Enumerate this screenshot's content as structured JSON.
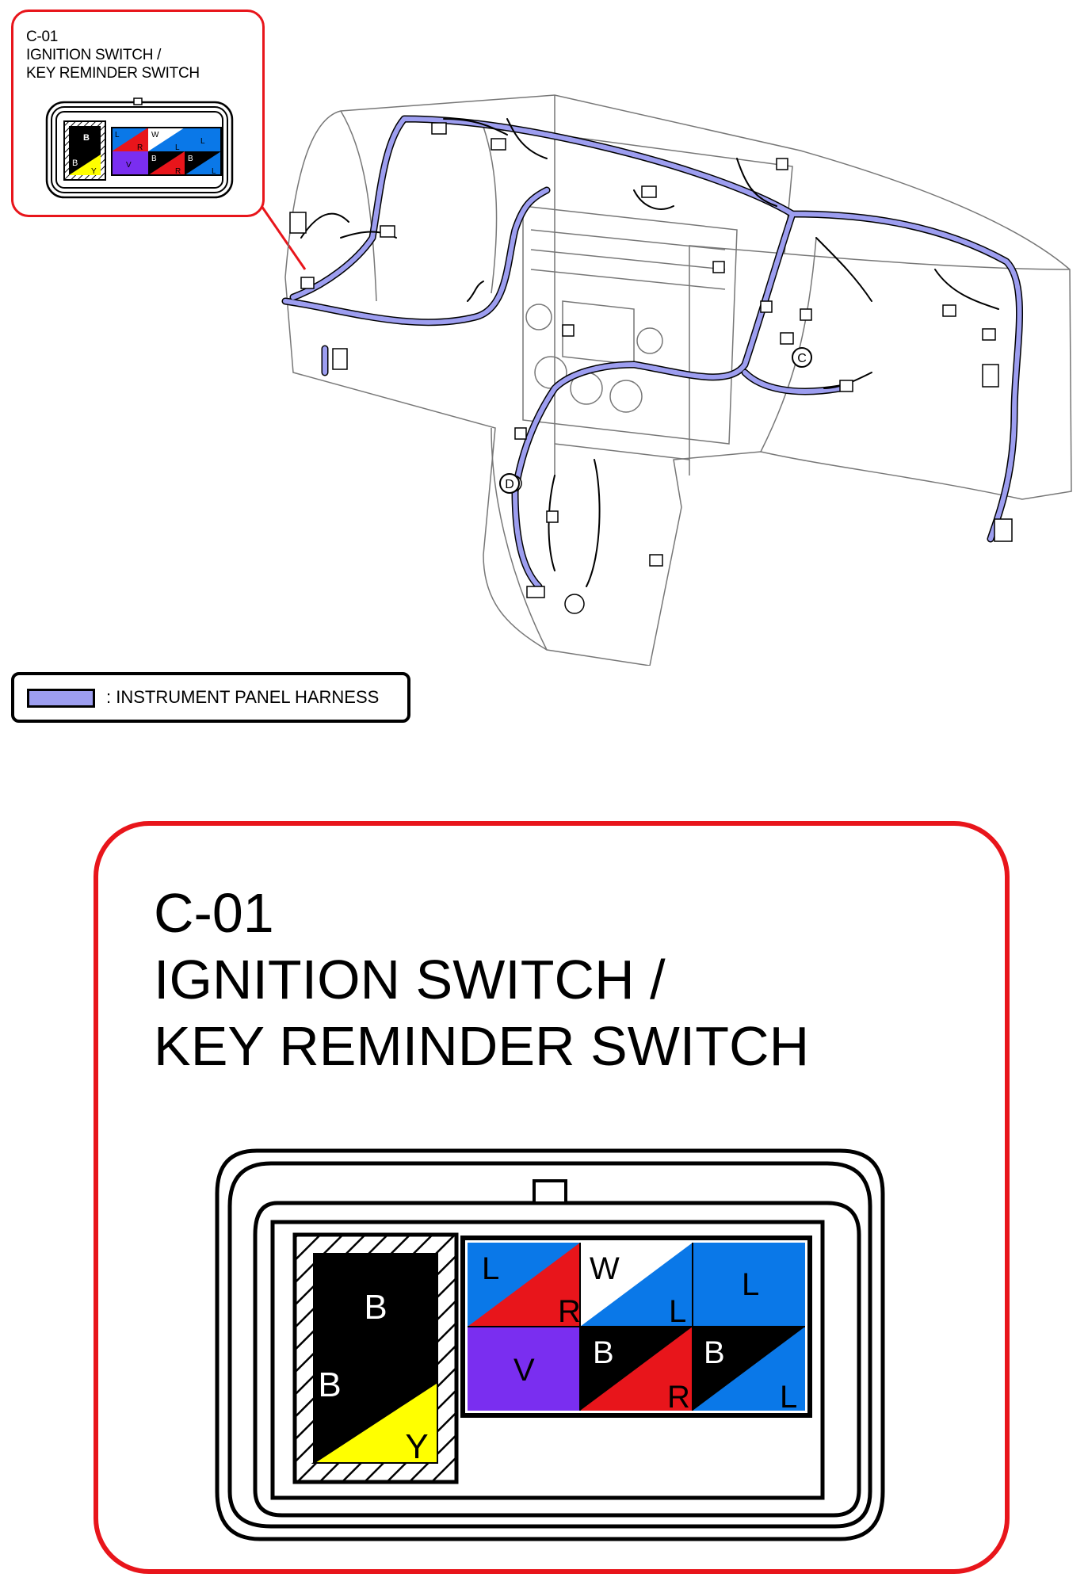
{
  "callout_small": {
    "code": "C-01",
    "line1": "IGNITION SWITCH /",
    "line2": "KEY REMINDER SWITCH"
  },
  "legend": {
    "label": ": INSTRUMENT PANEL HARNESS",
    "swatch_color": "#9d9ef0"
  },
  "harness_markers": {
    "c": "C",
    "d": "D"
  },
  "callout_big": {
    "code": "C-01",
    "line1": "IGNITION SWITCH /",
    "line2": "/ KEY REMINDER SWITCH"
  },
  "connector": {
    "left_pins": [
      {
        "top": "B",
        "bottom_left": "B",
        "bottom_right": "Y",
        "top_color": "#000000",
        "bottom_color": "#ffff00"
      }
    ],
    "right_pins": [
      {
        "a": "L",
        "b": "R",
        "color_a": "#0a78e8",
        "color_b": "#e8151b"
      },
      {
        "a": "W",
        "b": "L",
        "color_a": "#ffffff",
        "color_b": "#0a78e8"
      },
      {
        "a": "L",
        "b": "",
        "color_a": "#0a78e8",
        "color_b": "#0a78e8"
      },
      {
        "a": "V",
        "b": "",
        "color_a": "#7a2ef0",
        "color_b": "#7a2ef0"
      },
      {
        "a": "B",
        "b": "R",
        "color_a": "#000000",
        "color_b": "#e8151b"
      },
      {
        "a": "B",
        "b": "L",
        "color_a": "#000000",
        "color_b": "#0a78e8"
      }
    ]
  },
  "colors": {
    "callout_border": "#e8151b",
    "harness": "#9d9ef0"
  }
}
